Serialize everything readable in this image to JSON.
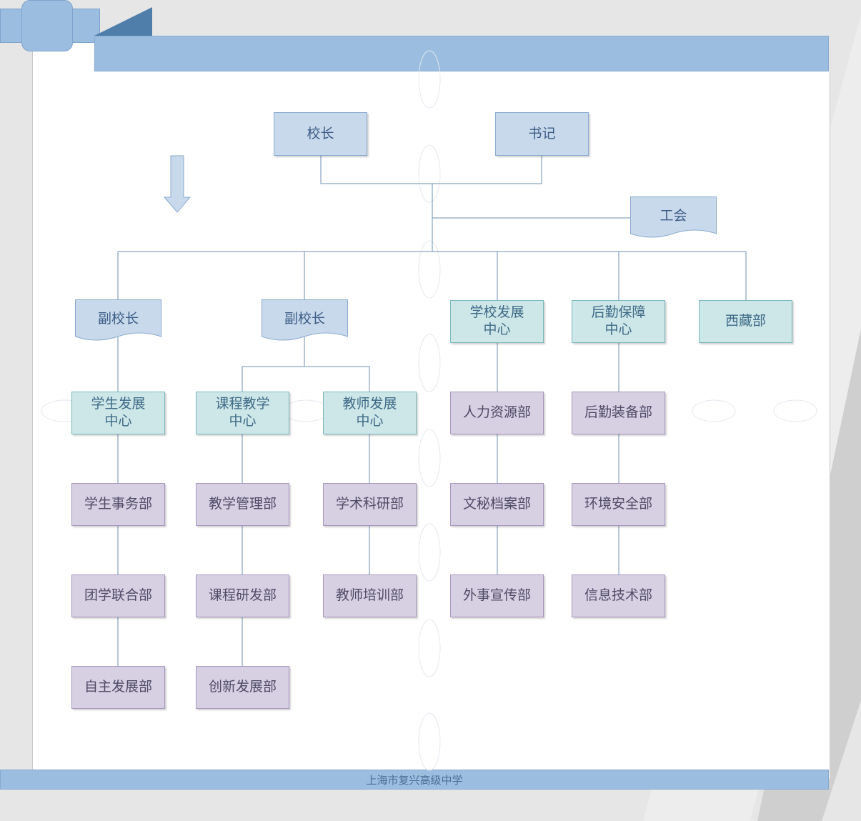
{
  "footer": {
    "title": "上海市复兴高级中学"
  },
  "colors": {
    "band": "#9abde0",
    "leadership_box": "#c8d9ec",
    "center_box": "#cde6e8",
    "department_box": "#d7d0e3",
    "connector": "#6d8fb3"
  },
  "icons": {
    "flow_arrow": "arrow-down-icon"
  },
  "org": {
    "principal": "校长",
    "secretary": "书记",
    "union": "工会",
    "vice_principal_1": "副校长",
    "vice_principal_2": "副校长",
    "school_dev_center": "学校发展\n中心",
    "logistics_center": "后勤保障\n中心",
    "tibet_dept": "西藏部",
    "student_dev_center": "学生发展\n中心",
    "curriculum_center": "课程教学\n中心",
    "teacher_dev_center": "教师发展\n中心",
    "hr_dept": "人力资源部",
    "logistics_equipment_dept": "后勤装备部",
    "student_affairs_dept": "学生事务部",
    "teaching_mgmt_dept": "教学管理部",
    "academic_research_dept": "学术科研部",
    "secretariat_archives_dept": "文秘档案部",
    "env_safety_dept": "环境安全部",
    "youth_union_dept": "团学联合部",
    "curriculum_rd_dept": "课程研发部",
    "teacher_training_dept": "教师培训部",
    "foreign_affairs_pr_dept": "外事宣传部",
    "it_dept": "信息技术部",
    "self_dev_dept": "自主发展部",
    "innovation_dev_dept": "创新发展部"
  }
}
